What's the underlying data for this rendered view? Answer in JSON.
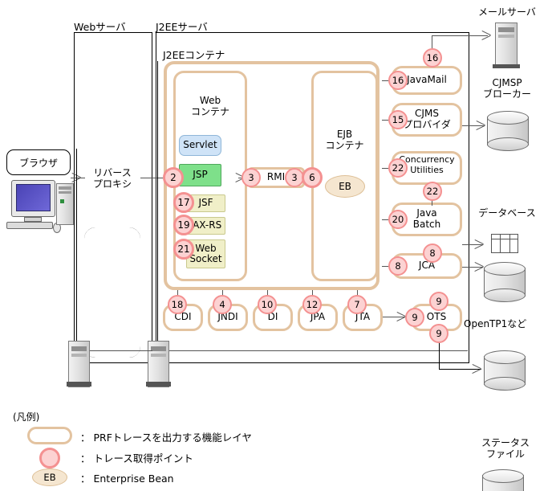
{
  "diagram": {
    "title_labels": {
      "web_server": "Webサーバ",
      "j2ee_server": "J2EEサーバ",
      "j2ee_container": "J2EEコンテナ"
    },
    "web_server": {
      "reverse_proxy": "リバース\nプロキシ"
    },
    "browser": {
      "label": "ブラウザ"
    },
    "web_container": {
      "label": "Web\nコンテナ",
      "components": [
        {
          "name": "Servlet",
          "label": "Servlet",
          "trace": null
        },
        {
          "name": "JSP",
          "label": "JSP",
          "trace": null
        },
        {
          "name": "JSF",
          "label": "JSF",
          "trace": "17"
        },
        {
          "name": "JAX-RS",
          "label": "JAX-RS",
          "trace": "19"
        },
        {
          "name": "WebSocket",
          "label": "Web\nSocket",
          "trace": "21"
        }
      ],
      "entry_trace": "2"
    },
    "rmi": {
      "label": "RMI",
      "trace_left": "3",
      "trace_right": "3"
    },
    "ejb_container": {
      "label": "EJB\nコンテナ",
      "entry_trace": "6",
      "bean_label": "EB"
    },
    "right_services": [
      {
        "label": "JavaMail",
        "trace_left": "16",
        "trace_top": "16"
      },
      {
        "label": "CJMS\nプロバイダ",
        "trace_left": "15",
        "trace_top": null
      },
      {
        "label": "Concurrency\nUtilities",
        "trace_left": "22",
        "trace_bottom": "22"
      },
      {
        "label": "Java\nBatch",
        "trace_left": "20",
        "trace_top": null
      },
      {
        "label": "JCA",
        "trace_left": "8",
        "trace_top": "8"
      }
    ],
    "bottom_services": [
      {
        "label": "CDI",
        "trace": "18"
      },
      {
        "label": "JNDI",
        "trace": "4"
      },
      {
        "label": "DI",
        "trace": "10"
      },
      {
        "label": "JPA",
        "trace": "12"
      },
      {
        "label": "JTA",
        "trace": "7"
      }
    ],
    "ots": {
      "label": "OTS",
      "trace_left": "9",
      "trace_top": "9",
      "trace_bottom": "9"
    },
    "external": [
      {
        "name": "mail-server",
        "label": "メールサーバ",
        "icon": "server-tower-icon"
      },
      {
        "name": "cjmsp-broker",
        "label": "CJMSP\nブローカー",
        "icon": "cylinder-icon"
      },
      {
        "name": "database",
        "label": "データベース",
        "icon": "database-cylinder-icon"
      },
      {
        "name": "opentp1",
        "label": "OpenTP1など",
        "icon": "cylinder-icon"
      },
      {
        "name": "status-file",
        "label": "ステータス\nファイル",
        "icon": "cylinder-icon"
      }
    ],
    "legend": {
      "title": "(凡例)",
      "items": [
        {
          "icon": "rounded-layer-icon",
          "text": "： PRFトレースを出力する機能レイヤ"
        },
        {
          "icon": "trace-point-icon",
          "text": "： トレース取得ポイント"
        },
        {
          "icon": "eb-ellipse-icon",
          "text": "： Enterprise Bean"
        }
      ],
      "eb_label": "EB"
    },
    "colors": {
      "layer_border": "#e3c3a0",
      "trace_fill": "#fcd2d2",
      "trace_border": "#f49191",
      "jsp": "#7ee08a",
      "servlet": "#cfe3f7",
      "yellow_comp": "#f0efc8",
      "eb_fill": "#f5e6d0"
    }
  }
}
